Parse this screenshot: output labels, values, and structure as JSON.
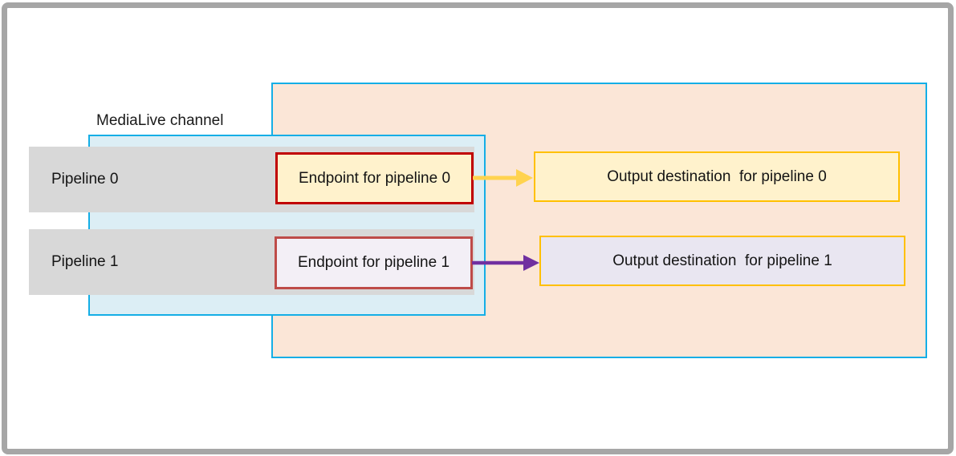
{
  "diagram": {
    "channel_label": "MediaLive channel",
    "pipelines": [
      {
        "label": "Pipeline 0",
        "endpoint_label": "Endpoint for pipeline 0",
        "destination_label": "Output destination  for pipeline 0",
        "arrow_color": "#ffd34f"
      },
      {
        "label": "Pipeline 1",
        "endpoint_label": "Endpoint for pipeline 1",
        "destination_label": "Output destination  for pipeline 1",
        "arrow_color": "#7030a0"
      }
    ]
  },
  "colors": {
    "outer_frame": "#a6a6a6",
    "cyan_border": "#14aee6",
    "output_region_fill": "#fbe6d7",
    "channel_fill": "#dceef5",
    "pipeline_bar_fill": "#d8d8d8",
    "cream_fill": "#fff2cc",
    "endpoint0_border": "#c00000",
    "endpoint1_border": "#be4b48",
    "endpoint1_fill": "#f3eff6",
    "output_border": "#ffc000",
    "output1_fill": "#e9e6f1",
    "arrow_pipeline0": "#ffd34f",
    "arrow_pipeline1": "#7030a0",
    "text": "#141414"
  }
}
